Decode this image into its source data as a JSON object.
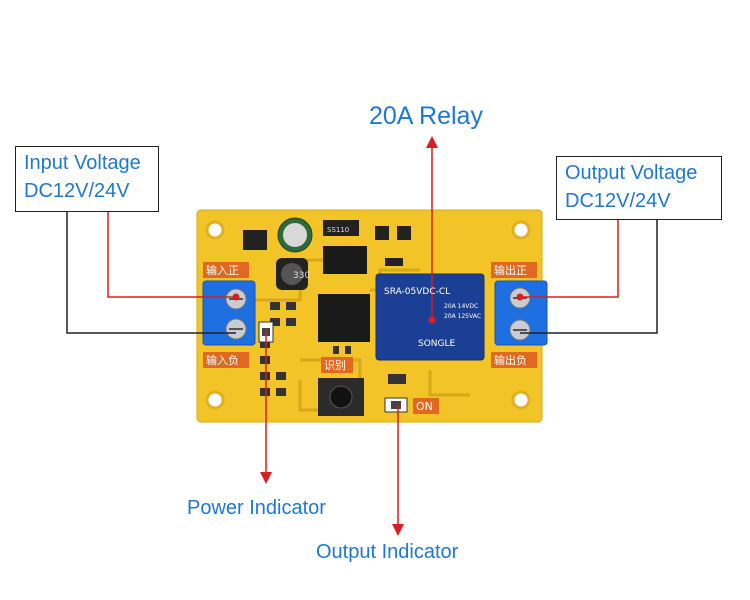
{
  "title": "20A Relay",
  "input_box": {
    "line1": "Input Voltage",
    "line2": "DC12V/24V"
  },
  "output_box": {
    "line1": "Output Voltage",
    "line2": "DC12V/24V"
  },
  "power_indicator": "Power Indicator",
  "output_indicator": "Output Indicator",
  "board": {
    "silk_input_pos": "输入正",
    "silk_input_neg": "输入负",
    "silk_output_pos": "输出正",
    "silk_output_neg": "输出负",
    "silk_mid": "识别",
    "silk_on": "ON",
    "relay_line1": "SRA-05VDC-CL",
    "relay_line2": "20A 14VDC",
    "relay_line3": "20A 125VAC",
    "relay_brand": "SONGLE",
    "inductor_text": "330",
    "diode_text": "SS110"
  },
  "colors": {
    "board": "#f2c428",
    "label_blue": "#1f78d2",
    "arrow_red": "#d81e1e",
    "terminal_blue": "#1e6fe0",
    "relay_blue": "#1c3f96"
  }
}
